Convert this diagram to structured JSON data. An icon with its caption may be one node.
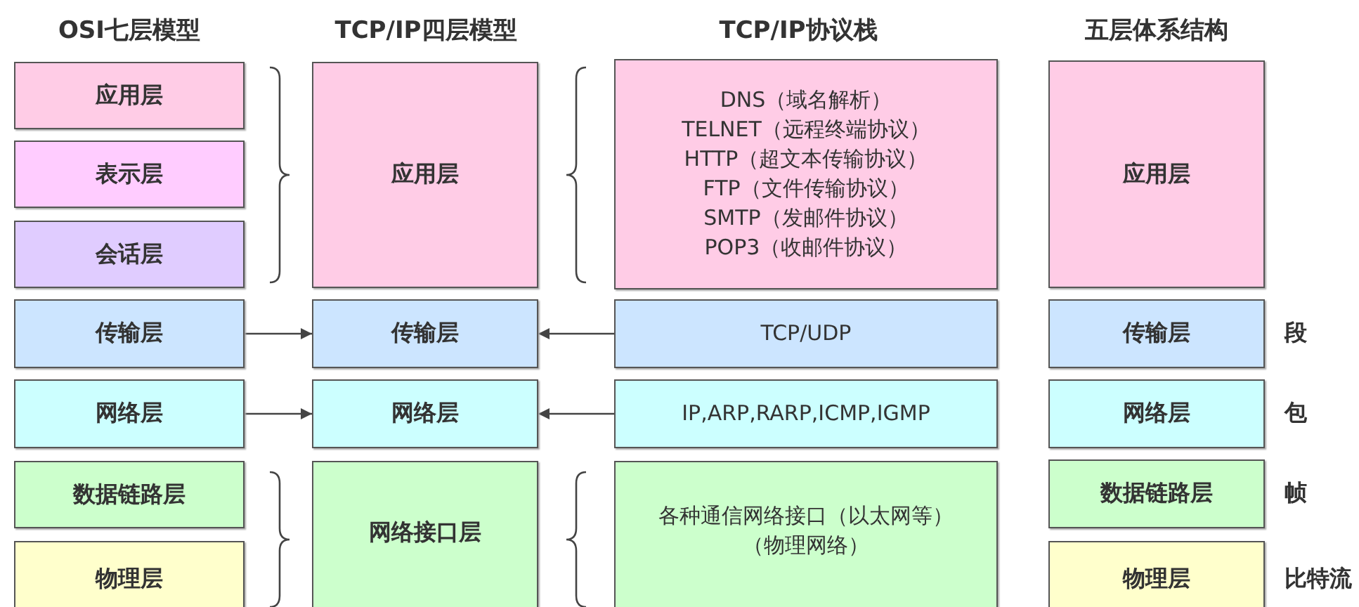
{
  "diagram": {
    "nodes": [
      {
        "text": [
          "应用层"
        ]
      },
      {
        "text": [
          "应用层"
        ]
      },
      {
        "text": [
          "DNS（域名解析）",
          "TELNET（远程终端协议）",
          "HTTP（超文本传输协议）",
          "FTP（文件传输协议）",
          "SMTP（发邮件协议）",
          "POP3（收邮件协议）"
        ]
      },
      {
        "text": [
          "应用层"
        ]
      },
      {
        "text": [
          "表示层"
        ]
      },
      {
        "text": [
          "会话层"
        ]
      },
      {
        "text": [
          "传输层"
        ]
      },
      {
        "text": [
          "传输层"
        ]
      },
      {
        "text": [
          "TCP/UDP"
        ]
      },
      {
        "text": [
          "传输层"
        ],
        "beside": [
          "段"
        ]
      },
      {
        "text": [
          "网络层"
        ]
      },
      {
        "text": [
          "网络层"
        ]
      },
      {
        "text": [
          "IP,ARP,RARP,ICMP,IGMP"
        ]
      },
      {
        "text": [
          "网络层"
        ],
        "beside": [
          "包"
        ]
      },
      {
        "text": [
          "数据链路层"
        ]
      },
      {
        "text": [
          "网络接口层"
        ]
      },
      {
        "text": [
          "各种通信网络接口（以太网等）",
          "（物理网络）"
        ]
      },
      {
        "text": [
          "数据链路层"
        ],
        "beside": [
          "帧"
        ]
      },
      {
        "text": [
          "物理层"
        ]
      },
      {
        "text": [
          "物理层"
        ],
        "beside": [
          "比特流"
        ]
      }
    ],
    "edges": [
      {
        "from": 6,
        "to": 7,
        "arrow": "to"
      },
      {
        "from": 8,
        "to": 7,
        "arrow": "to"
      },
      {
        "from": 10,
        "to": 11,
        "arrow": "to"
      },
      {
        "from": 12,
        "to": 11,
        "arrow": "to"
      }
    ],
    "labels": [
      "OSI七层模型",
      "TCP/IP四层模型",
      "TCP/IP协议栈",
      "五层体系结构"
    ]
  }
}
